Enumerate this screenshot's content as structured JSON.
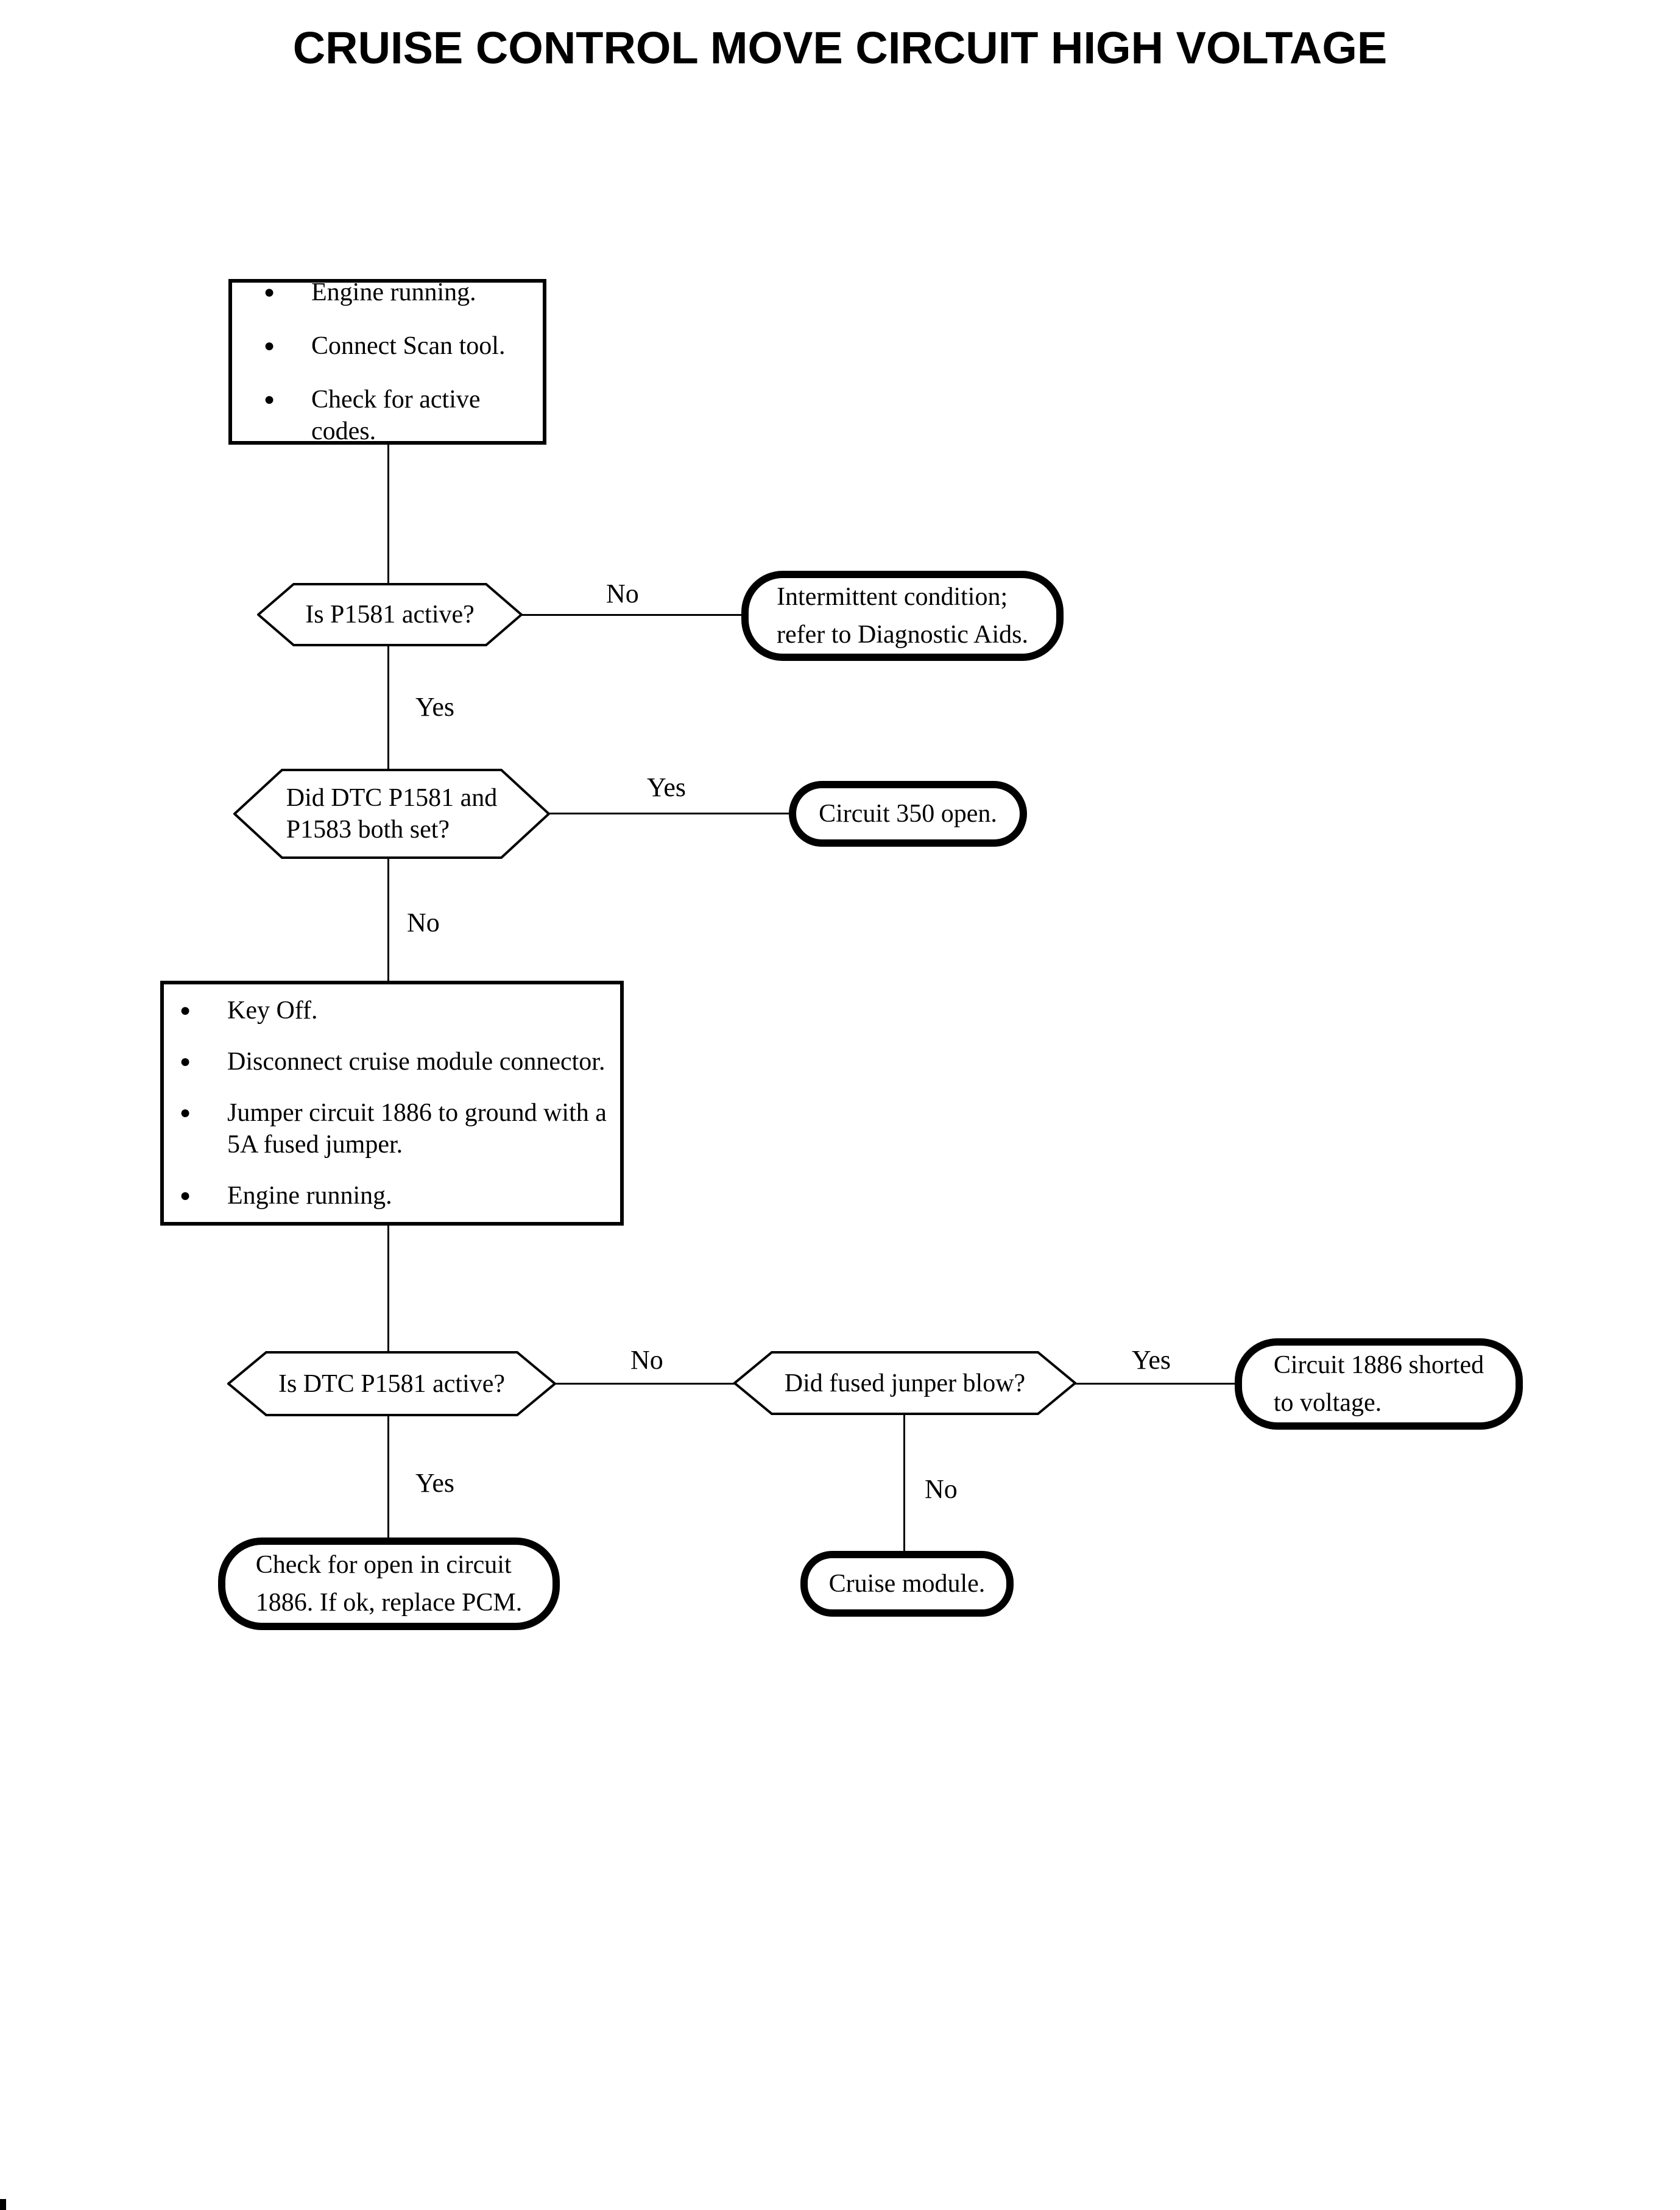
{
  "title": "CRUISE CONTROL MOVE CIRCUIT HIGH VOLTAGE",
  "bullet_glyph": "●",
  "colors": {
    "ink": "#000000",
    "paper": "#ffffff"
  },
  "edge_labels": {
    "yes": "Yes",
    "no": "No"
  },
  "start_box": {
    "bullets": [
      [
        "Engine running."
      ],
      [
        "Connect Scan tool."
      ],
      [
        "Check for active codes."
      ]
    ]
  },
  "process_box": {
    "bullets": [
      [
        "Key Off."
      ],
      [
        "Disconnect cruise module connector."
      ],
      [
        "Jumper circuit 1886 to ground with a",
        "5A fused jumper."
      ],
      [
        "Engine running."
      ]
    ]
  },
  "decisions": {
    "is_p1581_active": {
      "lines": [
        "Is P1581 active?"
      ]
    },
    "did_both_set": {
      "lines": [
        "Did DTC P1581 and",
        "P1583 both set?"
      ]
    },
    "is_dtc_p1581_active": {
      "lines": [
        "Is DTC P1581 active?"
      ]
    },
    "did_fused_junper_blow": {
      "lines": [
        "Did fused junper blow?"
      ]
    }
  },
  "terminals": {
    "intermittent": {
      "lines": [
        "Intermittent condition;",
        "refer to Diagnostic Aids."
      ]
    },
    "circuit_350_open": {
      "lines": [
        "Circuit 350 open."
      ]
    },
    "circuit_1886_shorted": {
      "lines": [
        "Circuit 1886 shorted",
        "to voltage."
      ]
    },
    "check_for_open": {
      "lines": [
        "Check for open in circuit",
        "1886. If ok, replace PCM."
      ]
    },
    "cruise_module": {
      "lines": [
        "Cruise module."
      ]
    }
  }
}
